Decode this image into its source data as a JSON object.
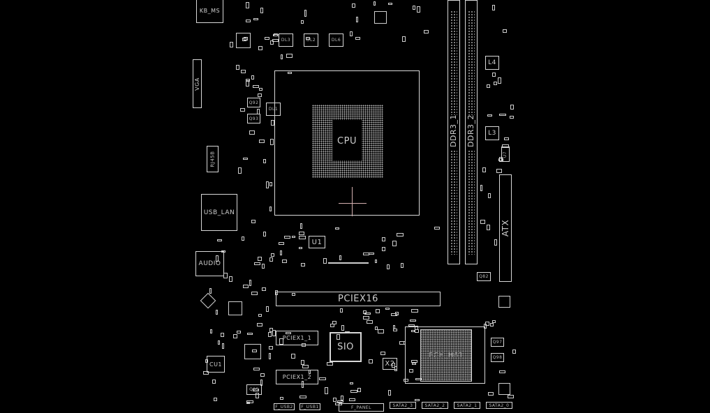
{
  "board": {
    "components": {
      "kb_ms": "KB_MS",
      "vga": "VGA",
      "dl3": "DL3",
      "dl2": "DL2",
      "dl6": "DL6",
      "dl1": "DL1",
      "cpu": "CPU",
      "ddr3_1": "DDR3_1",
      "ddr3_2": "DDR3_2",
      "l4": "L4",
      "l3": "L3",
      "atx": "ATX",
      "rj45": "RJ45B",
      "usb_lan": "USB_LAN",
      "audio": "AUDIO",
      "u1": "U1",
      "pciex16": "PCIEX16",
      "pciex1_1": "PCIEX1_1",
      "pciex1_2": "PCIEX1_2",
      "sio": "SIO",
      "x2": "X2",
      "pch": "PCH_H61",
      "cu1": "CU1",
      "q82": "Q82",
      "q97": "Q97",
      "q98": "Q98",
      "q92": "Q92",
      "q93": "Q93",
      "q85": "Q85",
      "u7": "U7"
    },
    "connectors": {
      "f_usb2": "F_USB2",
      "f_usb1": "F_USB1",
      "f_panel": "F_PANEL",
      "sata2_3": "SATA2_3",
      "sata2_2": "SATA2_2",
      "sata2_1": "SATA2_1",
      "sata2_0": "SATA2_0"
    },
    "colors": {
      "background": "#000000",
      "outline": "#d8d8d8",
      "cursor": "#d4b0b0"
    }
  }
}
